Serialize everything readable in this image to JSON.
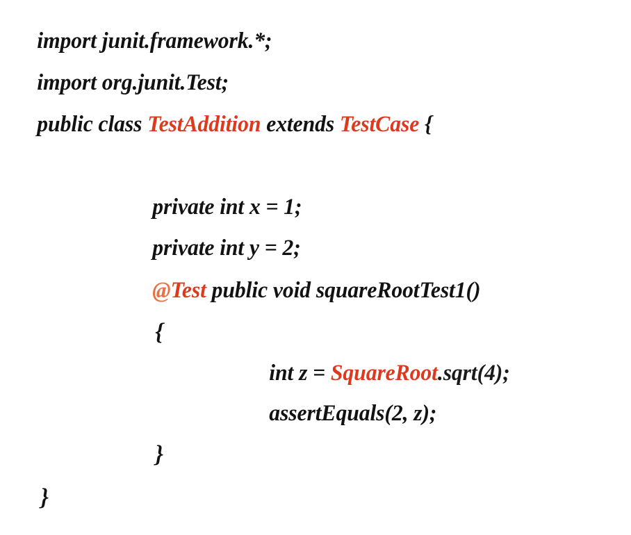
{
  "document": {
    "kind": "source-code-snippet",
    "language": "Java",
    "background_color": "#ffffff",
    "text_color": "#121212",
    "accent_color": "#dc3a1e",
    "at_symbol_color": "#e8714a"
  },
  "code": {
    "lines": [
      {
        "id": "line-1",
        "indent": 0,
        "text": "import junit.framework.*;",
        "tokens": [
          {
            "text": "import junit.framework.*;",
            "color": "black"
          }
        ]
      },
      {
        "id": "line-2",
        "indent": 0,
        "text": "import org.junit.Test;",
        "tokens": [
          {
            "text": "import org.junit.Test;",
            "color": "black"
          }
        ]
      },
      {
        "id": "line-3",
        "indent": 0,
        "text": "public class TestAddition extends TestCase {",
        "tokens": [
          {
            "text": "public class ",
            "color": "black"
          },
          {
            "text": "TestAddition",
            "color": "red"
          },
          {
            "text": " extends ",
            "color": "black"
          },
          {
            "text": "TestCase",
            "color": "red"
          },
          {
            "text": " {",
            "color": "black"
          }
        ]
      },
      {
        "id": "line-4",
        "indent": 1,
        "text": "private int x = 1;",
        "tokens": [
          {
            "text": "private int x = 1;",
            "color": "black"
          }
        ]
      },
      {
        "id": "line-5",
        "indent": 1,
        "text": "private int y = 2;",
        "tokens": [
          {
            "text": "private int y = 2;",
            "color": "black"
          }
        ]
      },
      {
        "id": "line-6",
        "indent": 1,
        "text": "@Test public void squareRootTest1()",
        "tokens": [
          {
            "text": "@",
            "color": "at"
          },
          {
            "text": "Test",
            "color": "red"
          },
          {
            "text": " public void squareRootTest1()",
            "color": "black"
          }
        ]
      },
      {
        "id": "line-7",
        "indent": 1,
        "text": "{",
        "tokens": [
          {
            "text": "{",
            "color": "black"
          }
        ]
      },
      {
        "id": "line-8",
        "indent": 2,
        "text": "int z = SquareRoot.sqrt(4);",
        "tokens": [
          {
            "text": "int z = ",
            "color": "black"
          },
          {
            "text": "SquareRoot",
            "color": "red"
          },
          {
            "text": ".sqrt(4);",
            "color": "plain"
          }
        ]
      },
      {
        "id": "line-9",
        "indent": 2,
        "text": "assertEquals(2, z);",
        "tokens": [
          {
            "text": "assertEquals(2, z);",
            "color": "black"
          }
        ]
      },
      {
        "id": "line-10",
        "indent": 1,
        "text": "}",
        "tokens": [
          {
            "text": "}",
            "color": "black"
          }
        ]
      },
      {
        "id": "line-11",
        "indent": 0,
        "text": "}",
        "tokens": [
          {
            "text": "}",
            "color": "black"
          }
        ]
      }
    ],
    "segments": {
      "line1_all": "import junit.framework.*;",
      "line2_all": "import org.junit.Test;",
      "line3_public_class": "public class ",
      "line3_testaddition": "TestAddition",
      "line3_extends": " extends ",
      "line3_testcase": "TestCase",
      "line3_open_brace": " {",
      "line4_all": "private int x = 1;",
      "line5_all": "private int y = 2;",
      "line6_at": "@",
      "line6_test": "Test",
      "line6_rest": " public void squareRootTest1()",
      "line7_open_brace": "{",
      "line8_int_z": "int z = ",
      "line8_squareroot": "SquareRoot",
      "line8_sqrt_call": ".sqrt(4);",
      "line9_all": "assertEquals(2, z);",
      "line10_close_brace": "}",
      "line11_close_brace": "}"
    }
  }
}
